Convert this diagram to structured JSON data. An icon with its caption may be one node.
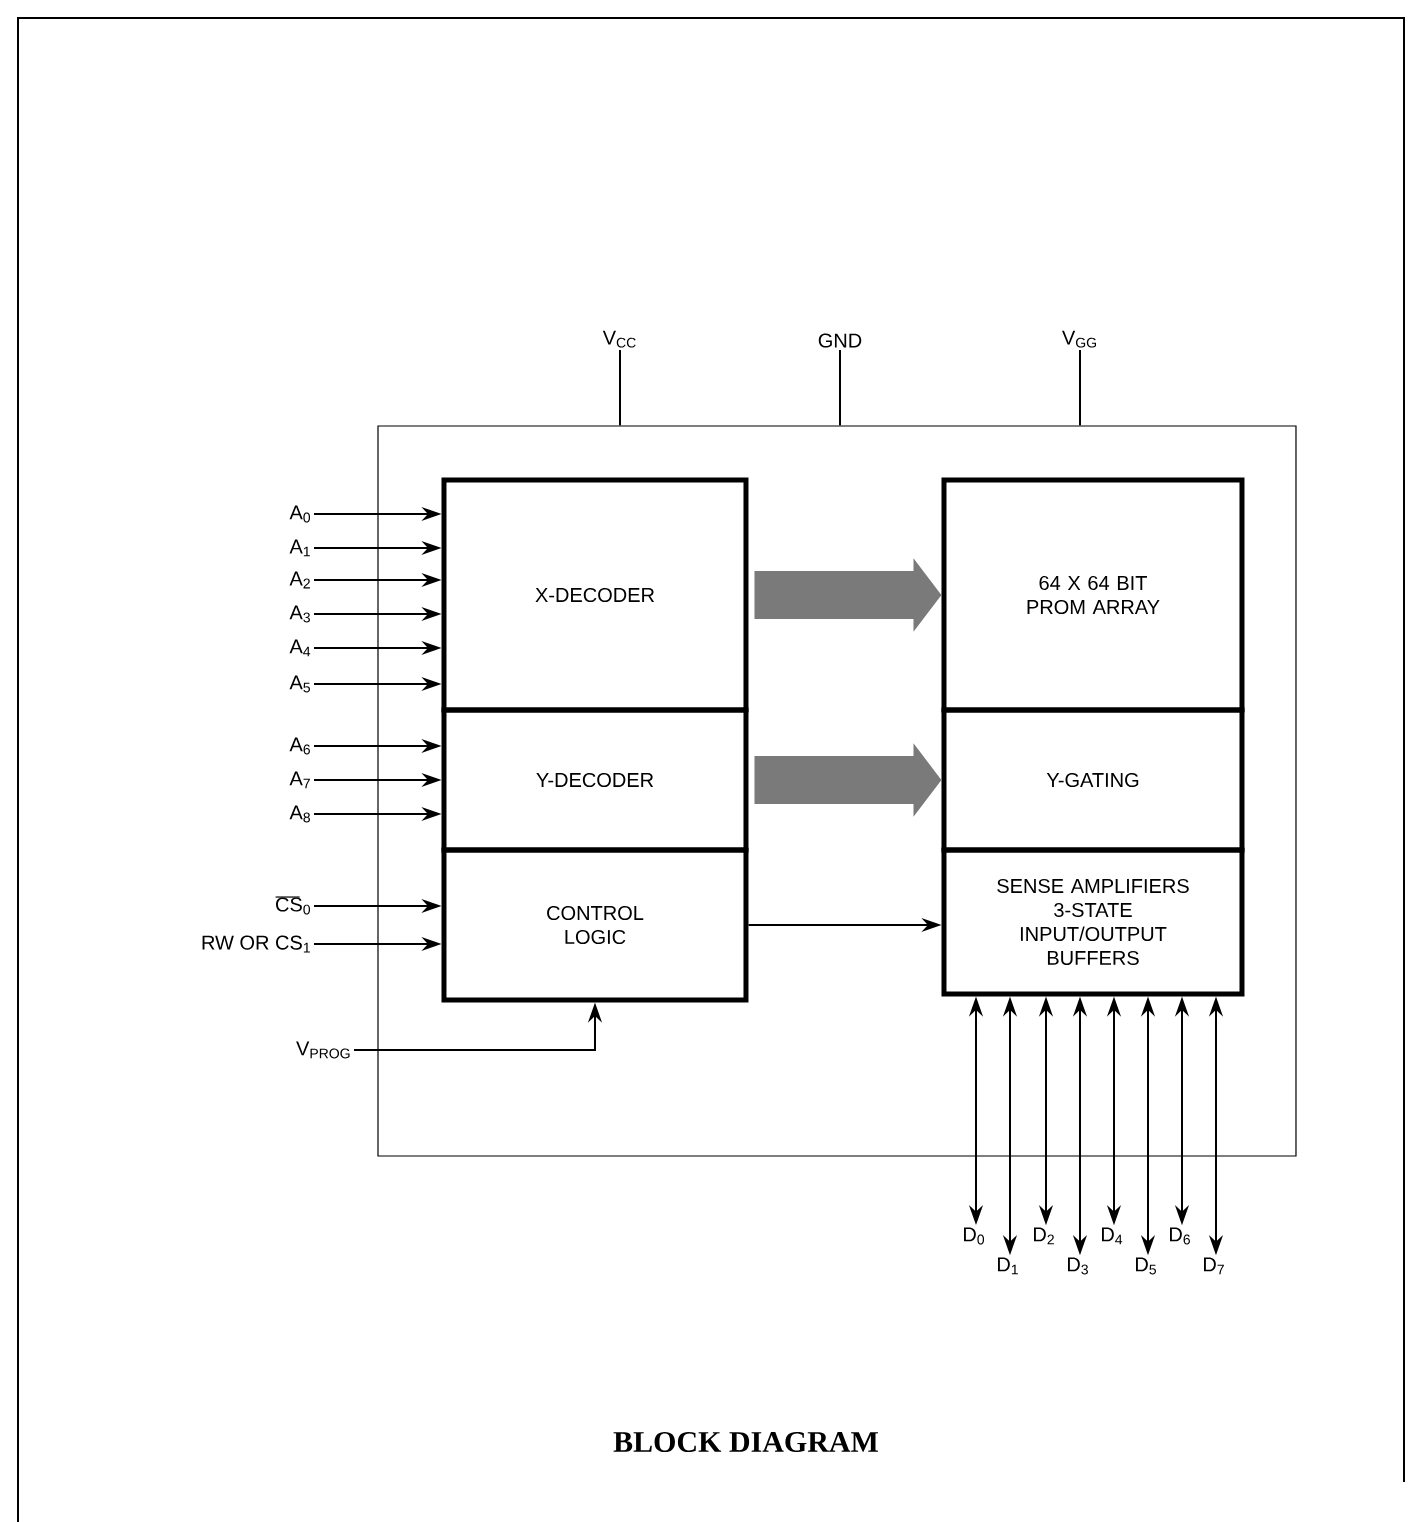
{
  "diagram": {
    "title": "BLOCK DIAGRAM",
    "nodes": [
      {
        "text": [],
        "shape": "box"
      },
      {
        "text": [
          "X-DECODER"
        ],
        "in": 0
      },
      {
        "text": [
          "Y-DECODER"
        ],
        "in": 0
      },
      {
        "text": [
          "CONTROL LOGIC"
        ],
        "in": 0
      },
      {
        "text": [
          "64 X 64 BIT PROM ARRAY"
        ],
        "in": 0
      },
      {
        "text": [
          "Y-GATING"
        ],
        "in": 0
      },
      {
        "text": [
          "SENSE AMPLIFIERS 3-STATE INPUT/OUTPUT BUFFERS"
        ],
        "in": 0
      },
      {
        "text": [
          "A$_{0}$"
        ]
      },
      {
        "text": [
          "A$_{1}$"
        ]
      },
      {
        "text": [
          "A$_{2}$"
        ]
      },
      {
        "text": [
          "A$_{3}$"
        ]
      },
      {
        "text": [
          "A$_{4}$"
        ]
      },
      {
        "text": [
          "A$_{5}$"
        ]
      },
      {
        "text": [
          "A$_{6}$"
        ]
      },
      {
        "text": [
          "A$_{7}$"
        ]
      },
      {
        "text": [
          "A$_{8}$"
        ]
      },
      {
        "text": [
          "CS$_{0}$"
        ]
      },
      {
        "text": [
          "RW OR CS$_{1}$"
        ]
      },
      {
        "text": [
          "V$_{PROG}$"
        ]
      },
      {
        "text": [
          "V$_{CC}$"
        ]
      },
      {
        "text": [
          "GND"
        ]
      },
      {
        "text": [
          "V$_{GG}$"
        ]
      },
      {
        "text": [
          "D$_{0}$"
        ]
      },
      {
        "text": [
          "D$_{1}$"
        ]
      },
      {
        "text": [
          "D$_{2}$"
        ]
      },
      {
        "text": [
          "D$_{3}$"
        ]
      },
      {
        "text": [
          "D$_{4}$"
        ]
      },
      {
        "text": [
          "D$_{5}$"
        ]
      },
      {
        "text": [
          "D$_{6}$"
        ]
      },
      {
        "text": [
          "D$_{7}$"
        ]
      }
    ],
    "edges": [
      {
        "from": 7,
        "to": 1,
        "arrow": "to"
      },
      {
        "from": 8,
        "to": 1,
        "arrow": "to"
      },
      {
        "from": 9,
        "to": 1,
        "arrow": "to"
      },
      {
        "from": 10,
        "to": 1,
        "arrow": "to"
      },
      {
        "from": 11,
        "to": 1,
        "arrow": "to"
      },
      {
        "from": 12,
        "to": 1,
        "arrow": "to"
      },
      {
        "from": 13,
        "to": 2,
        "arrow": "to"
      },
      {
        "from": 14,
        "to": 2,
        "arrow": "to"
      },
      {
        "from": 15,
        "to": 2,
        "arrow": "to"
      },
      {
        "from": 16,
        "to": 3,
        "arrow": "to"
      },
      {
        "from": 17,
        "to": 3,
        "arrow": "to"
      },
      {
        "from": 18,
        "to": 3,
        "arrow": "to"
      },
      {
        "from": 19,
        "to": 0,
        "arrow": "none"
      },
      {
        "from": 20,
        "to": 0,
        "arrow": "none"
      },
      {
        "from": 21,
        "to": 0,
        "arrow": "none"
      },
      {
        "from": 1,
        "to": 4,
        "arrow": "to",
        "style": "thick",
        "color": "#7a7a7a"
      },
      {
        "from": 2,
        "to": 5,
        "arrow": "to",
        "style": "thick",
        "color": "#7a7a7a"
      },
      {
        "from": 3,
        "to": 6,
        "arrow": "to"
      },
      {
        "from": 6,
        "to": 22,
        "arrow": "both"
      },
      {
        "from": 6,
        "to": 23,
        "arrow": "both"
      },
      {
        "from": 6,
        "to": 24,
        "arrow": "both"
      },
      {
        "from": 6,
        "to": 25,
        "arrow": "both"
      },
      {
        "from": 6,
        "to": 26,
        "arrow": "both"
      },
      {
        "from": 6,
        "to": 27,
        "arrow": "both"
      },
      {
        "from": 6,
        "to": 28,
        "arrow": "both"
      },
      {
        "from": 6,
        "to": 29,
        "arrow": "both"
      }
    ]
  }
}
